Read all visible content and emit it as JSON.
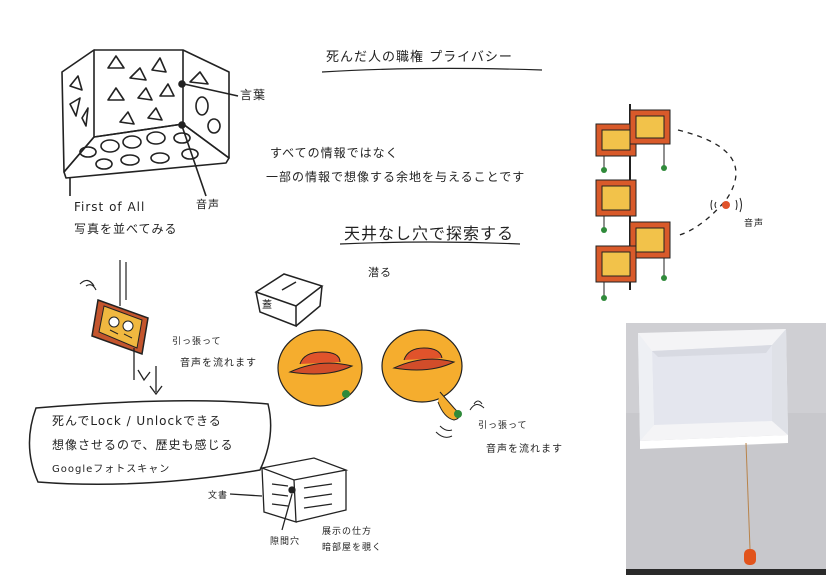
{
  "title": "死んだ人の職権 プライバシー",
  "wall_sketch": {
    "label_speech": "言葉",
    "label_audio": "音声",
    "caption_line1": "First of All",
    "caption_line2": "写真を並べてみる"
  },
  "notes": {
    "line1": "すべての情報ではなく",
    "line2": "一部の情報で想像する余地を与えることです"
  },
  "idea": {
    "heading": "天井なし穴で探索する",
    "sub": "潜る"
  },
  "box_label": "蓋",
  "frame_sketch": {
    "pull_line1": "引っ張って",
    "pull_line2": "音声を流れます"
  },
  "hat_sketch": {
    "pull_line1": "引っ張って",
    "pull_line2": "音声を流れます"
  },
  "lock_note": {
    "line1": "死んでLock / Unlockできる",
    "line2": "想像させるので、歴史も感じる",
    "line3": "Googleフォトスキャン"
  },
  "box_diagram": {
    "label_left": "文書",
    "label_bottom": "隙間穴",
    "label_right1": "展示の仕方",
    "label_right2": "暗部屋を覗く"
  },
  "wall_frames": {
    "audio_label": "音声"
  },
  "colors": {
    "frame_orange": "#d95a2a",
    "frame_yellow": "#f2c24a",
    "hat_yellow": "#f5ad2e",
    "hat_red": "#d24d2a",
    "dot_green": "#2f8a3a"
  }
}
